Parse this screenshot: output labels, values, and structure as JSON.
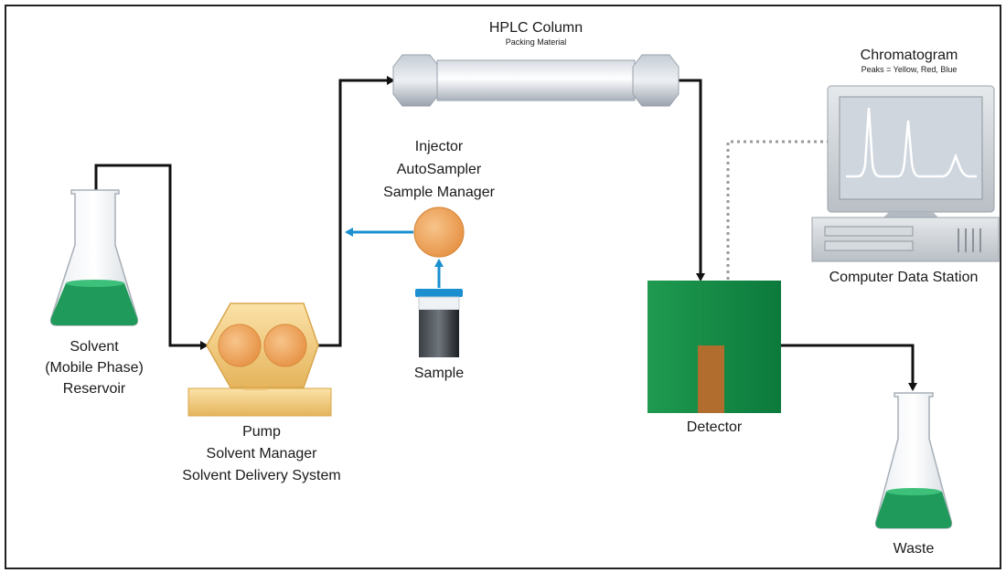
{
  "diagram": {
    "column": {
      "title": "HPLC Column",
      "subtitle": "Packing Material"
    },
    "chromatogram": {
      "title": "Chromatogram",
      "subtitle": "Peaks = Yellow, Red, Blue"
    },
    "injector": {
      "line1": "Injector",
      "line2": "AutoSampler",
      "line3": "Sample Manager"
    },
    "solvent": {
      "line1": "Solvent",
      "line2": "(Mobile Phase)",
      "line3": "Reservoir"
    },
    "pump": {
      "line1": "Pump",
      "line2": "Solvent Manager",
      "line3": "Solvent Delivery System"
    },
    "sample": {
      "label": "Sample"
    },
    "detector": {
      "label": "Detector"
    },
    "computer": {
      "label": "Computer Data Station"
    },
    "waste": {
      "label": "Waste"
    }
  },
  "colors": {
    "flow_line": "#111111",
    "sample_line": "#1b8fd0",
    "liquid": "#1f9a5a",
    "detector": "#158a47",
    "pump": "#f2c97a",
    "column": "#c9ced6"
  }
}
